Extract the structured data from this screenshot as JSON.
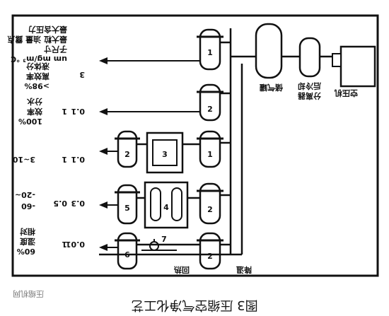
{
  "figure": {
    "caption": "图3 压缩空气净化工艺",
    "watermark": "压缩机网"
  },
  "header": {
    "line1": "最大含压力",
    "line2": "最大粒 油量 露点",
    "line3": "子尺寸",
    "line4": "um  mg/m³  ℃"
  },
  "rows": [
    {
      "particle": "",
      "oil": "3",
      "dew": "",
      "note": [
        "液体分",
        "离效率",
        ">98%"
      ]
    },
    {
      "particle": "1",
      "oil": "0.1",
      "dew": "",
      "note": [
        "分水",
        "效率",
        "100%"
      ]
    },
    {
      "particle": "1",
      "oil": "0.1",
      "dew": "3~10",
      "note": []
    },
    {
      "particle": "0.5",
      "oil": "0.3",
      "dew": "-20~",
      "dew2": "-60",
      "note": []
    },
    {
      "particle": "1",
      "oil": "0.01",
      "dew": "",
      "note": [
        "相对",
        "湿度",
        "60%"
      ]
    }
  ],
  "equipment": {
    "compressor": "空压机",
    "aftercooler": [
      "后冷却",
      "分离器"
    ],
    "tank": "储气罐",
    "cooling": "降温",
    "reheat": "回热"
  },
  "filter_numbers": {
    "main": [
      "1",
      "2",
      "1",
      "2",
      "2"
    ],
    "left": [
      "2",
      "5",
      "6"
    ],
    "dryer_a": "3",
    "dryer_b": "4",
    "unit7": "7"
  }
}
